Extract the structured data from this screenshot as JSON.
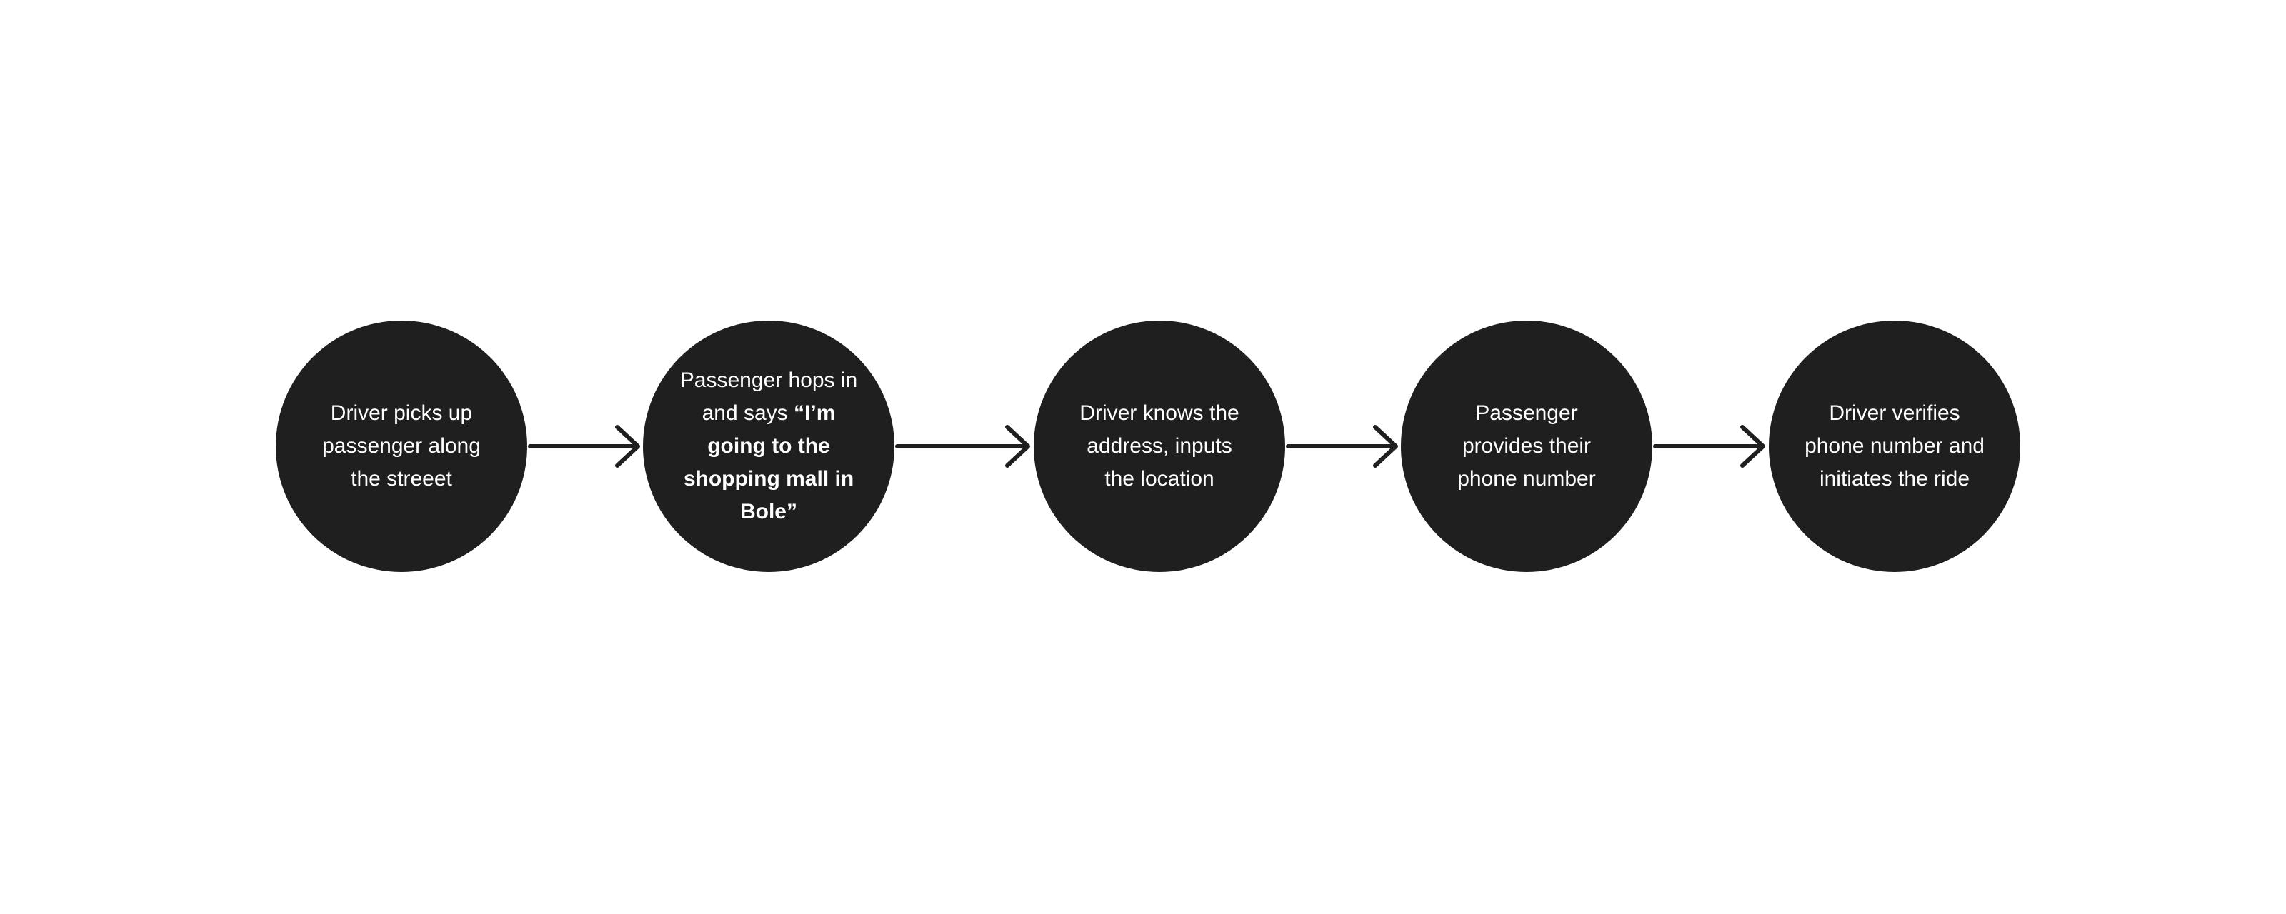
{
  "colors": {
    "background": "#ffffff",
    "node_fill": "#1f1f1f",
    "node_text": "#ffffff",
    "arrow": "#1f1f1f"
  },
  "steps": [
    {
      "label": "Driver picks up passenger along the streeet"
    },
    {
      "label_prefix": "Passenger hops in and says ",
      "label_emphasis": "“I’m going to the shopping mall in Bole”"
    },
    {
      "label": "Driver knows the address, inputs the location"
    },
    {
      "label": "Passenger provides their phone number"
    },
    {
      "label": "Driver verifies phone number and initiates the ride"
    }
  ],
  "connectors": [
    {
      "from": 1,
      "to": 2,
      "icon": "arrow-right-icon"
    },
    {
      "from": 2,
      "to": 3,
      "icon": "arrow-right-icon"
    },
    {
      "from": 3,
      "to": 4,
      "icon": "arrow-right-icon"
    },
    {
      "from": 4,
      "to": 5,
      "icon": "arrow-right-icon"
    }
  ]
}
